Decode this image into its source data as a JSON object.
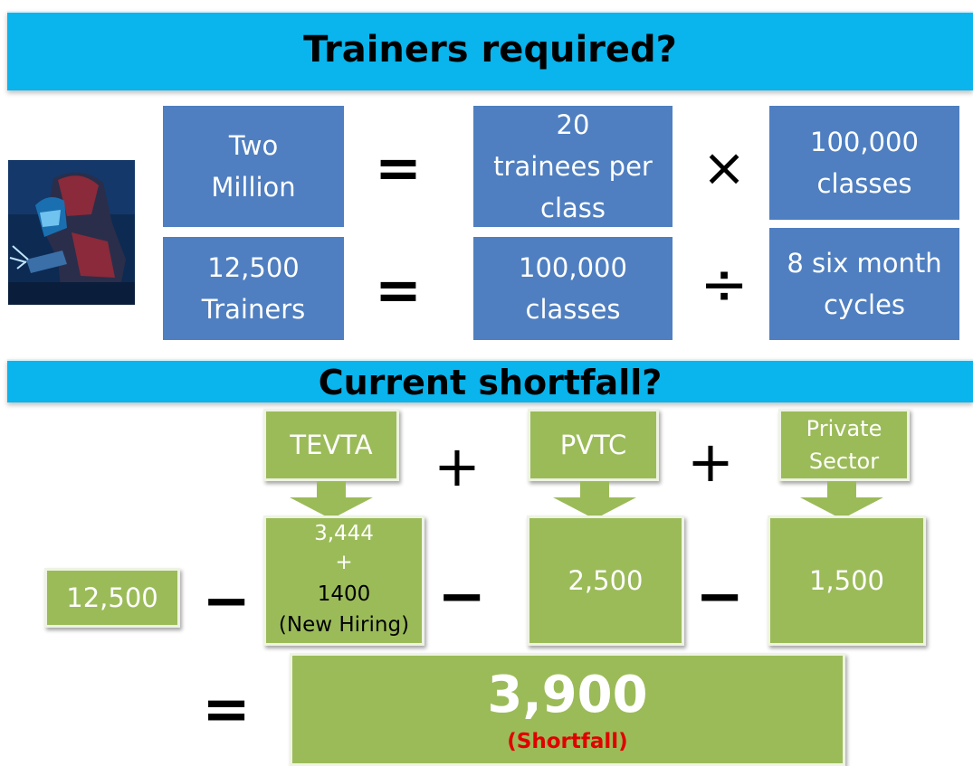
{
  "header": {
    "title": "Trainers required?"
  },
  "equation1": {
    "left": [
      "Two",
      "Million"
    ],
    "equals": "=",
    "middle": [
      "20",
      "trainees per",
      "class"
    ],
    "operator": "×",
    "right": [
      "100,000",
      "classes"
    ]
  },
  "equation2": {
    "left": [
      "12,500",
      "Trainers"
    ],
    "equals": "=",
    "middle": [
      "100,000",
      "classes"
    ],
    "operator": "÷",
    "right": [
      "8 six month",
      "cycles"
    ]
  },
  "section2": {
    "title": "Current shortfall?"
  },
  "sources": [
    {
      "label": "TEVTA"
    },
    {
      "label": "PVTC"
    },
    {
      "label": [
        "Private",
        "Sector"
      ]
    }
  ],
  "plus": "+",
  "minus": "−",
  "total": "12,500",
  "tevta_value": {
    "line1": "3,444",
    "plus": "+",
    "line2": "1400",
    "line3": "(New Hiring)"
  },
  "pvtc_value": "2,500",
  "private_value": "1,500",
  "result": {
    "equals": "=",
    "value": "3,900",
    "label": "(Shortfall)"
  },
  "colors": {
    "banner": "#0ab4ec",
    "blue_box": "#4f7fc0",
    "green_box": "#9bbb59",
    "shortfall_label": "#e00000"
  }
}
